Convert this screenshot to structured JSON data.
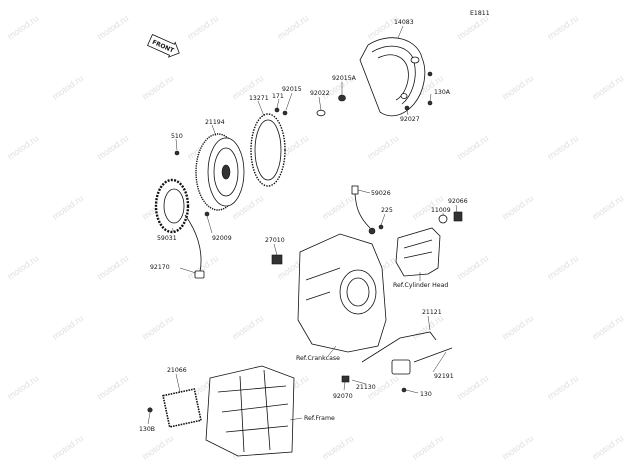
{
  "diagram": {
    "figure_code": "E1811",
    "front_label": "FRONT",
    "watermark": "motod.ru",
    "part_labels": {
      "p14083": "14083",
      "p92015a": "92015A",
      "p92015": "92015",
      "p171": "171",
      "p92022": "92022",
      "p13271": "13271",
      "p21194": "21194",
      "p510": "510",
      "p130a": "130A",
      "p92027": "92027",
      "p59026": "59026",
      "p92066": "92066",
      "p225": "225",
      "p11009": "11009",
      "p27010": "27010",
      "p59031": "59031",
      "p92009": "92009",
      "p92170": "92170",
      "ref_cyl": "Ref.Cylinder Head",
      "p21121": "21121",
      "ref_crank": "Ref.Crankcase",
      "p21066": "21066",
      "p21130": "21130",
      "p92191": "92191",
      "p92070": "92070",
      "p130": "130",
      "p130b": "130B",
      "ref_frame": "Ref.Frame"
    }
  }
}
